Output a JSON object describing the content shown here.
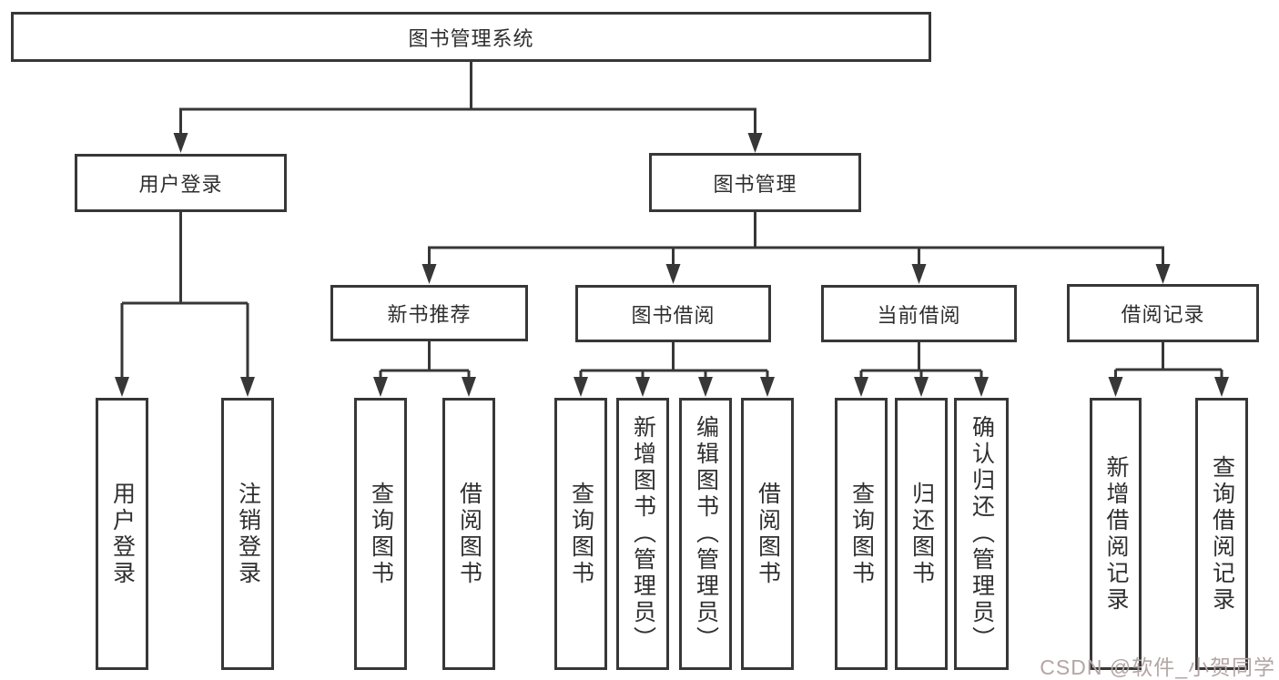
{
  "tree": {
    "label": "图书管理系统",
    "children": [
      {
        "label": "用户登录",
        "children": [
          {
            "label": "用户登录"
          },
          {
            "label": "注销登录"
          }
        ]
      },
      {
        "label": "图书管理",
        "children": [
          {
            "label": "新书推荐",
            "children": [
              {
                "label": "查询图书"
              },
              {
                "label": "借阅图书"
              }
            ]
          },
          {
            "label": "图书借阅",
            "children": [
              {
                "label": "查询图书"
              },
              {
                "label": "新增图书（管理员）"
              },
              {
                "label": "编辑图书（管理员）"
              },
              {
                "label": "借阅图书"
              }
            ]
          },
          {
            "label": "当前借阅",
            "children": [
              {
                "label": "查询图书"
              },
              {
                "label": "归还图书"
              },
              {
                "label": "确认归还（管理员）"
              }
            ]
          },
          {
            "label": "借阅记录",
            "children": [
              {
                "label": "新增借阅记录"
              },
              {
                "label": "查询借阅记录"
              }
            ]
          }
        ]
      }
    ]
  },
  "watermark": {
    "text": "CSDN @软件_小贺同学"
  },
  "colors": {
    "line": "#373737",
    "box_border": "#373737",
    "text": "#2f2f2f",
    "background": "#ffffff",
    "watermark": "#b3a6a3"
  }
}
